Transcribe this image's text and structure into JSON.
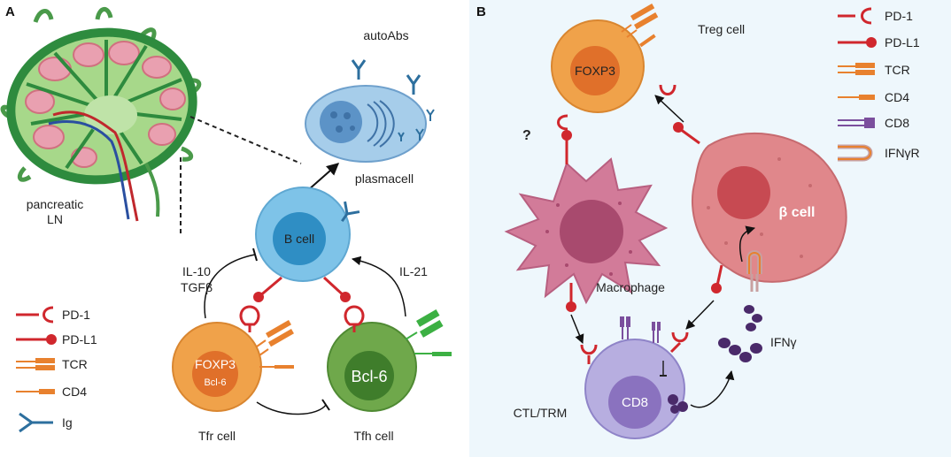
{
  "panel_a": {
    "letter": "A",
    "lymph_node_label": [
      "pancreatic",
      "LN"
    ],
    "plasma_label": "plasmacell",
    "autoabs_label": "autoAbs",
    "bcell_label": "B cell",
    "il10_label": [
      "IL-10",
      "TGFβ"
    ],
    "il21_label": "IL-21",
    "tfr_nucleus": [
      "FOXP3",
      "Bcl-6"
    ],
    "tfh_nucleus": "Bcl-6",
    "tfr_label": "Tfr cell",
    "tfh_label": "Tfh cell",
    "legend": [
      {
        "icon": "pd1-icon",
        "label": "PD-1"
      },
      {
        "icon": "pdl1-icon",
        "label": "PD-L1"
      },
      {
        "icon": "tcr-icon",
        "label": "TCR"
      },
      {
        "icon": "cd4-icon",
        "label": "CD4"
      },
      {
        "icon": "ig-icon",
        "label": "Ig"
      }
    ]
  },
  "panel_b": {
    "letter": "B",
    "treg_nucleus": "FOXP3",
    "treg_label": "Treg cell",
    "question": "?",
    "macrophage_label": "Macrophage",
    "beta_label": "β cell",
    "cd8_nucleus": "CD8",
    "ctl_label": "CTL/TRM",
    "ifng_label": "IFNγ",
    "legend": [
      {
        "icon": "pd1-icon",
        "label": "PD-1"
      },
      {
        "icon": "pdl1-icon",
        "label": "PD-L1"
      },
      {
        "icon": "tcr-icon",
        "label": "TCR"
      },
      {
        "icon": "cd4-icon",
        "label": "CD4"
      },
      {
        "icon": "cd8-icon",
        "label": "CD8"
      },
      {
        "icon": "ifngr-icon",
        "label": "IFNγR"
      }
    ]
  },
  "colors": {
    "panel_b_bg": "#eef7fc",
    "pd_red": "#d0272d",
    "tcr_orange": "#e8812e",
    "cd8_purple": "#7b4f9d",
    "ig_blue": "#2d6f9e",
    "bcell": "#7ec3e8",
    "tfr": "#f0a24a",
    "tfh": "#6fa84b",
    "macrophage": "#d27b99",
    "beta": "#e0878b",
    "cd8cell": "#b7aee0"
  }
}
